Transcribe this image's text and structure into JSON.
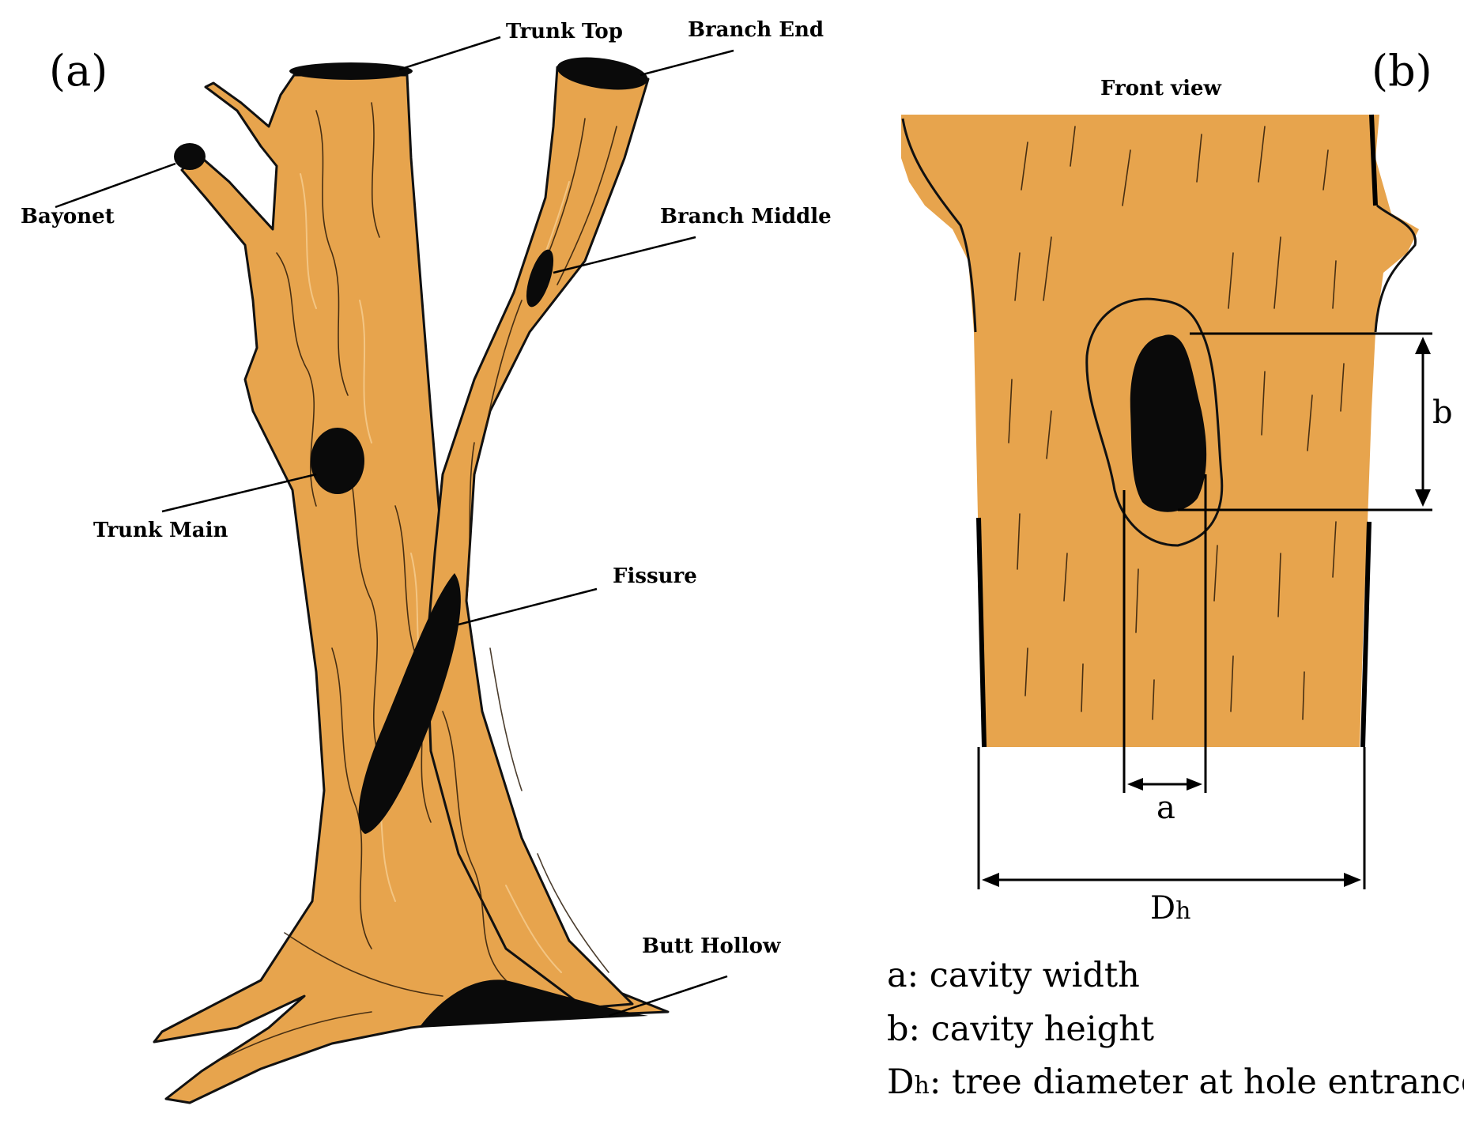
{
  "panels": {
    "a": {
      "tag": "(a)"
    },
    "b": {
      "tag": "(b)",
      "subtitle": "Front view"
    }
  },
  "callouts": {
    "trunk_top": "Trunk Top",
    "branch_end": "Branch End",
    "bayonet": "Bayonet",
    "branch_middle": "Branch Middle",
    "trunk_main": "Trunk Main",
    "fissure": "Fissure",
    "butt_hollow": "Butt Hollow"
  },
  "dimensions": {
    "a": "a",
    "b": "b",
    "dh_main": "D",
    "dh_sub": "h"
  },
  "legend": [
    {
      "symbol": "a",
      "subscript": "",
      "text": ": cavity width"
    },
    {
      "symbol": "b",
      "subscript": "",
      "text": ": cavity height"
    },
    {
      "symbol": "D",
      "subscript": "h",
      "text": ": tree diameter at hole entrance"
    }
  ],
  "colors": {
    "wood": "#e7a44d",
    "hole": "#0a0a0a",
    "outline": "#111111"
  }
}
